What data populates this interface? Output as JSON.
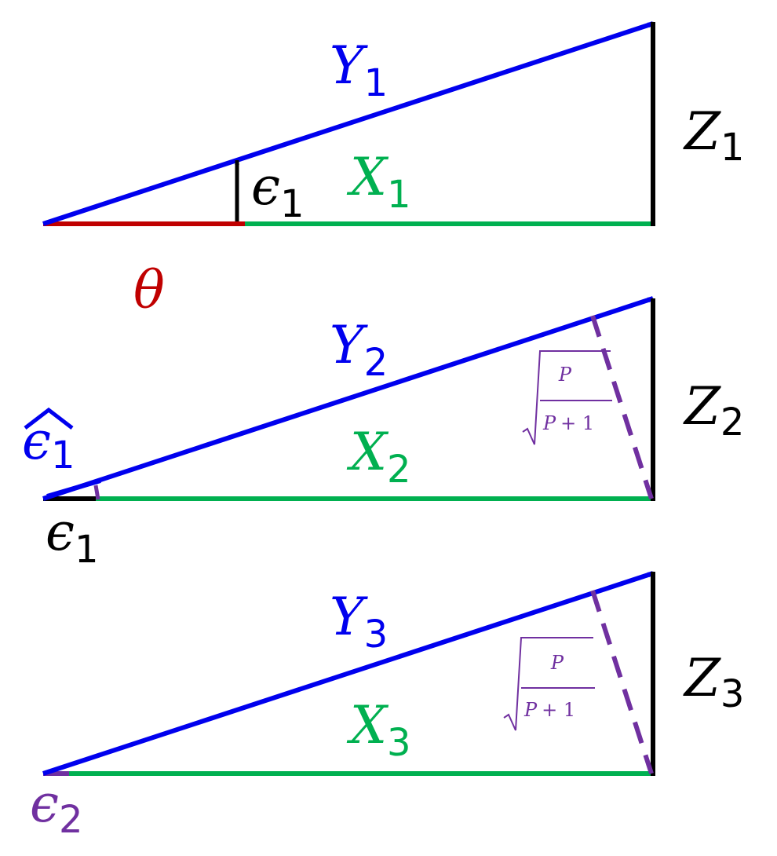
{
  "colors": {
    "blue": "#0000ee",
    "green": "#00b050",
    "red": "#c00000",
    "black": "#000000",
    "purple": "#7030a0"
  },
  "labels": {
    "y1": {
      "base": "Y",
      "sub": "1"
    },
    "z1": {
      "base": "Z",
      "sub": "1"
    },
    "x1": {
      "base": "X",
      "sub": "1"
    },
    "eps1_top": {
      "base": "ϵ",
      "sub": "1"
    },
    "theta": "θ",
    "y2": {
      "base": "Y",
      "sub": "2"
    },
    "z2": {
      "base": "Z",
      "sub": "2"
    },
    "x2": {
      "base": "X",
      "sub": "2"
    },
    "eps1_hat": {
      "base": "ϵ",
      "sub": "1"
    },
    "eps1_mid": {
      "base": "ϵ",
      "sub": "1"
    },
    "y3": {
      "base": "Y",
      "sub": "3"
    },
    "z3": {
      "base": "Z",
      "sub": "3"
    },
    "x3": {
      "base": "X",
      "sub": "3"
    },
    "eps2": {
      "base": "ϵ",
      "sub": "2"
    },
    "frac2": {
      "num": "P",
      "den": "P",
      "plus_one": "+ 1"
    },
    "frac3": {
      "num": "P",
      "den": "P",
      "plus_one": "+ 1"
    }
  }
}
